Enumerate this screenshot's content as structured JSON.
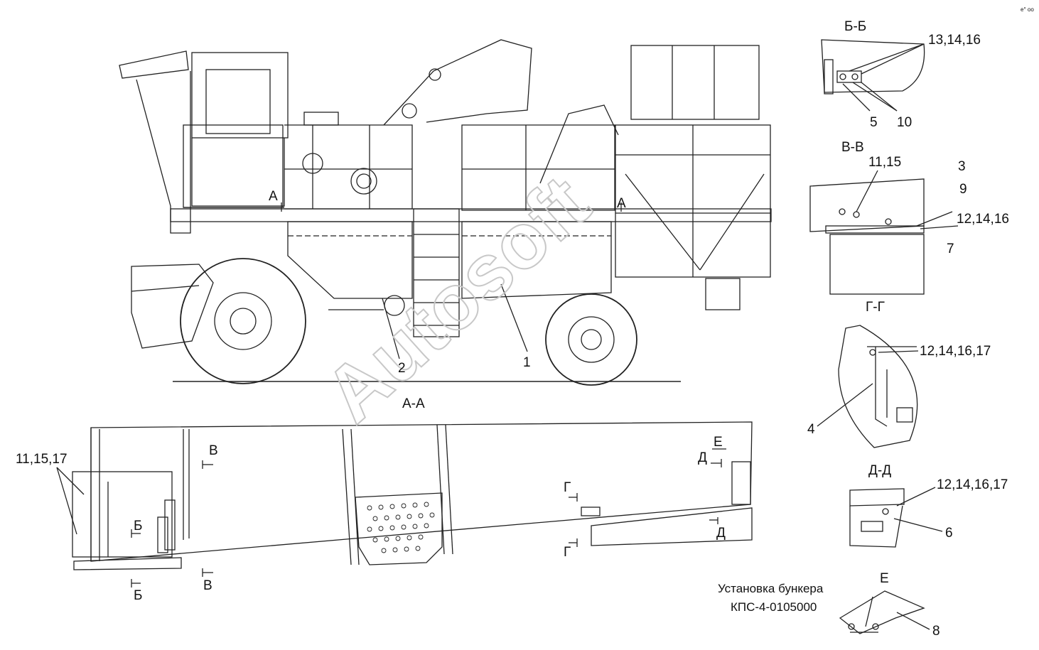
{
  "watermark": "Autosoft",
  "corner_mark": "e° oo",
  "sections": {
    "a_a": "А-А",
    "bb": "Б-Б",
    "vv": "В-В",
    "gg": "Г-Г",
    "dd": "Д-Д",
    "e": "Е"
  },
  "markers": {
    "a_left": "А",
    "a_right": "А",
    "v_top": "В",
    "v_bottom": "В",
    "b_mid": "Б",
    "b_bottom": "Б",
    "g_top": "Г",
    "g_bottom": "Г",
    "d_top": "Д",
    "d_bottom": "Д",
    "e_top": "Е"
  },
  "callouts": {
    "p1": "1",
    "p2": "2",
    "p3": "3",
    "p4": "4",
    "p5": "5",
    "p6": "6",
    "p7": "7",
    "p8": "8",
    "p9": "9",
    "p10": "10",
    "c_13_14_16": "13,14,16",
    "c_11_15": "11,15",
    "c_12_14_16": "12,14,16",
    "c_12_14_16_17_g": "12,14,16,17",
    "c_12_14_16_17_d": "12,14,16,17",
    "c_11_15_17": "11,15,17"
  },
  "caption": {
    "line1": "Установка бункера",
    "line2": "КПС-4-0105000"
  }
}
